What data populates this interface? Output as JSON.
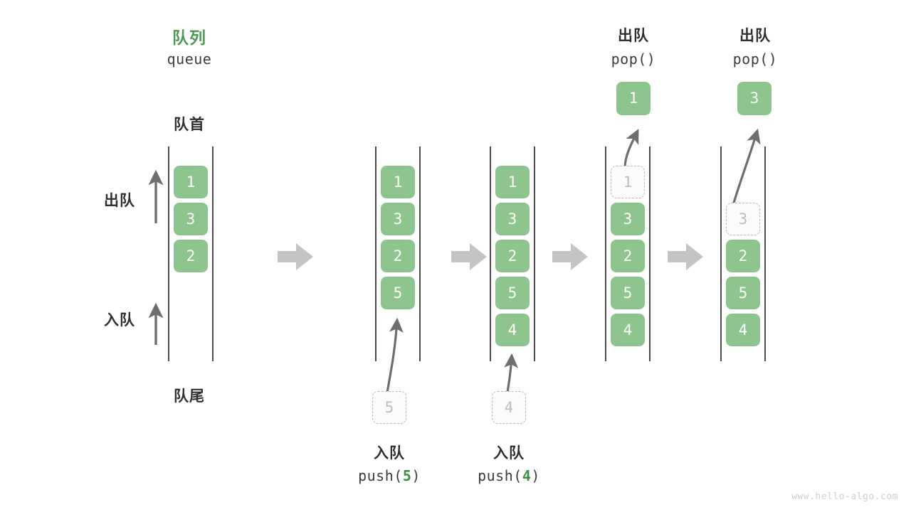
{
  "diagram": {
    "title_cn": "队列",
    "title_en": "queue",
    "front_label": "队首",
    "rear_label": "队尾",
    "dequeue_arrow_label": "出队",
    "enqueue_arrow_label": "入队",
    "watermark": "www.hello-algo.com",
    "colors": {
      "cell_fill": "#8ec48e",
      "cell_text": "#ffffff",
      "ghost_fill": "#fbfbfb",
      "ghost_border": "#b9b9b9",
      "ghost_text": "#bdbdbd",
      "accent_green": "#4e9a55",
      "rail": "#4a4a4a",
      "arrow_gray": "#6e6e6e",
      "step_arrow": "#c4c4c4",
      "text_dark": "#2f2f2f",
      "watermark": "#cfcfcf"
    }
  },
  "states": [
    {
      "id": "state-1",
      "cells": [
        {
          "value": "1",
          "kind": "solid"
        },
        {
          "value": "3",
          "kind": "solid"
        },
        {
          "value": "2",
          "kind": "solid"
        }
      ]
    },
    {
      "id": "state-2",
      "cells": [
        {
          "value": "1",
          "kind": "solid"
        },
        {
          "value": "3",
          "kind": "solid"
        },
        {
          "value": "2",
          "kind": "solid"
        },
        {
          "value": "5",
          "kind": "solid"
        }
      ],
      "ghost": {
        "value": "5"
      },
      "caption_cn": "入队",
      "caption_code_pre": "push(",
      "caption_code_arg": "5",
      "caption_code_post": ")"
    },
    {
      "id": "state-3",
      "cells": [
        {
          "value": "1",
          "kind": "solid"
        },
        {
          "value": "3",
          "kind": "solid"
        },
        {
          "value": "2",
          "kind": "solid"
        },
        {
          "value": "5",
          "kind": "solid"
        },
        {
          "value": "4",
          "kind": "solid"
        }
      ],
      "ghost": {
        "value": "4"
      },
      "caption_cn": "入队",
      "caption_code_pre": "push(",
      "caption_code_arg": "4",
      "caption_code_post": ")"
    },
    {
      "id": "state-4",
      "cells": [
        {
          "value": "1",
          "kind": "ghost"
        },
        {
          "value": "3",
          "kind": "solid"
        },
        {
          "value": "2",
          "kind": "solid"
        },
        {
          "value": "5",
          "kind": "solid"
        },
        {
          "value": "4",
          "kind": "solid"
        }
      ],
      "popped": {
        "value": "1"
      },
      "header_cn": "出队",
      "header_code": "pop()"
    },
    {
      "id": "state-5",
      "cells": [
        {
          "value": "",
          "kind": "empty"
        },
        {
          "value": "3",
          "kind": "ghost"
        },
        {
          "value": "2",
          "kind": "solid"
        },
        {
          "value": "5",
          "kind": "solid"
        },
        {
          "value": "4",
          "kind": "solid"
        }
      ],
      "popped": {
        "value": "3"
      },
      "header_cn": "出队",
      "header_code": "pop()"
    }
  ],
  "step_arrows": [
    {
      "id": "step-arrow-1"
    },
    {
      "id": "step-arrow-2"
    },
    {
      "id": "step-arrow-3"
    },
    {
      "id": "step-arrow-4"
    }
  ]
}
